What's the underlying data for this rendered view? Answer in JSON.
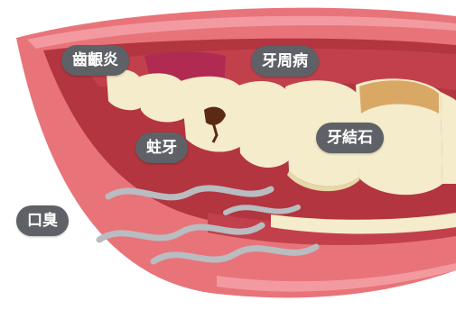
{
  "labels": {
    "gingivitis": "齒齦炎",
    "periodontal": "牙周病",
    "caries": "蛀牙",
    "calculus": "牙結石",
    "halitosis": "口臭"
  },
  "colors": {
    "lip": "#e8747a",
    "lip_shade": "#d9545e",
    "mouth_dark": "#b3353f",
    "gum": "#c2404c",
    "gum_inflamed": "#b02a52",
    "tooth": "#f4ecca",
    "tooth_shadow": "#e6d8a6",
    "calculus_stain": "#d9a865",
    "cavity": "#5a2a14",
    "odor_wave": "#b9bcc0",
    "label_bg": "#5e6166",
    "label_text": "#ffffff"
  }
}
